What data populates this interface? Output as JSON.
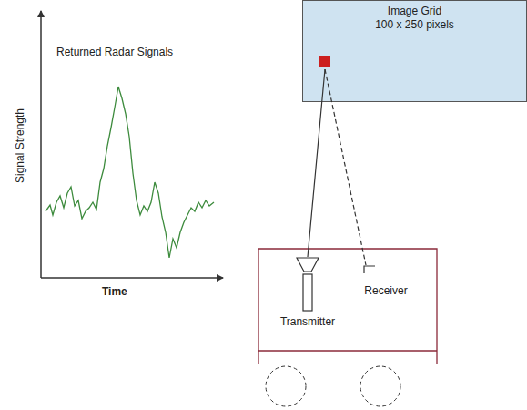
{
  "diagram": {
    "nodes": [
      {
        "text": [
          "Image Grid",
          "100 x 250 pixels"
        ]
      }
    ],
    "labels": [
      "Returned Radar Signals",
      "Signal Strength",
      "Time",
      "Transmitter",
      "Receiver"
    ]
  }
}
